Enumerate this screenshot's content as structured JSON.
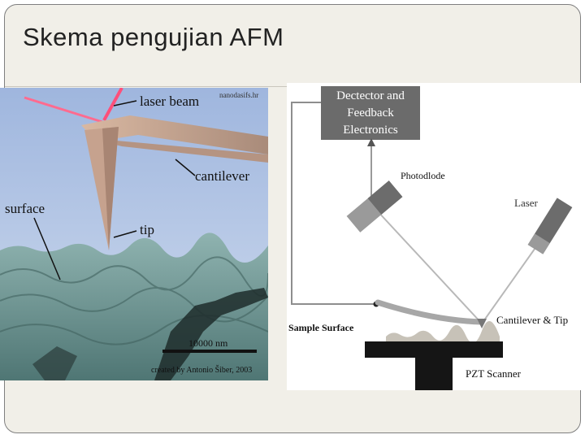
{
  "slide": {
    "title": "Skema pengujian AFM"
  },
  "left_figure": {
    "watermark": "nanodasifs.hr",
    "label_laser_beam": "laser beam",
    "label_cantilever": "cantilever",
    "label_surface": "surface",
    "label_tip": "tip",
    "scale_bar": "10000 nm",
    "credit": "created by Antonio Šiber, 2003"
  },
  "right_figure": {
    "detector_line1": "Dectector and",
    "detector_line2": "Feedback",
    "detector_line3": "Electronics",
    "photodiode": "Photodlode",
    "laser": "Laser",
    "sample_surface": "Sample Surface",
    "cantilever_tip": "Cantilever & Tip",
    "pzt_scanner": "PZT Scanner"
  },
  "colors": {
    "slide_bg": "#f1efe8",
    "sky": "#b7c9e6",
    "terrain": "#6f9694",
    "cantilever": "#caa58f",
    "laser": "#ff4f7a",
    "detector_box": "#6b6b6b",
    "scanner": "#151515"
  }
}
